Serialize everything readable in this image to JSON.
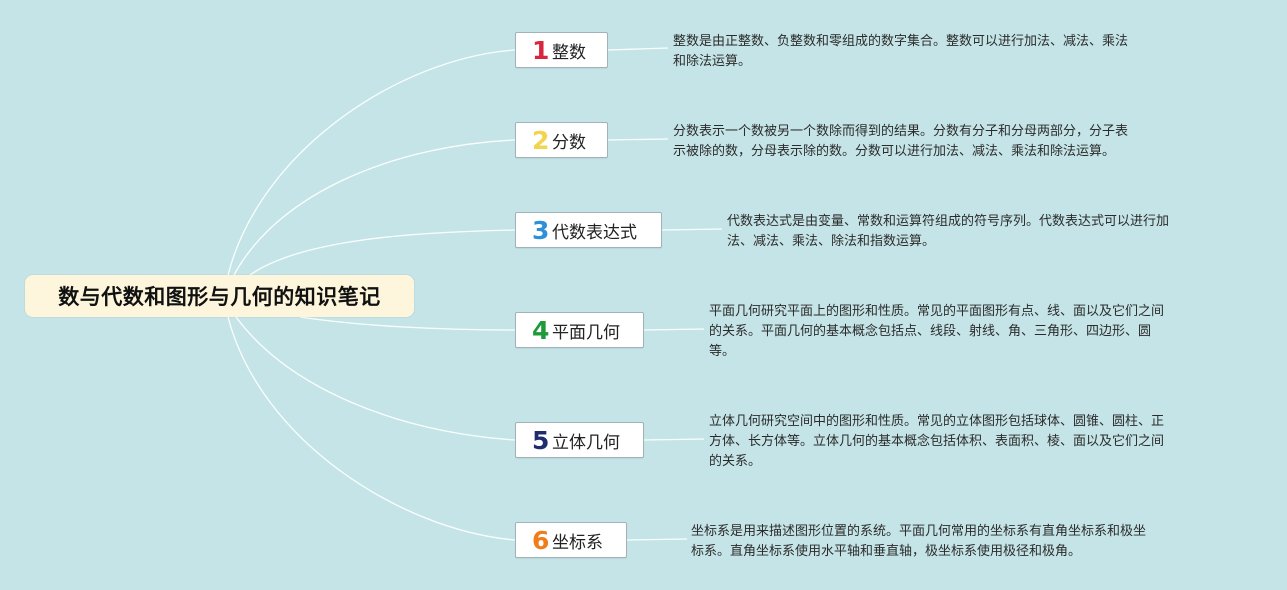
{
  "root": {
    "title": "数与代数和图形与几何的知识笔记"
  },
  "branches": [
    {
      "number": "1",
      "color": "#d7263d",
      "label": "整数",
      "note": [
        "整数是由正整数、负整数和零组成的数字集合。整数可以进行加法、减法、乘法",
        "和除法运算。"
      ]
    },
    {
      "number": "2",
      "color": "#f2d44e",
      "label": "分数",
      "note": [
        "分数表示一个数被另一个数除而得到的结果。分数有分子和分母两部分，分子表",
        "示被除的数，分母表示除的数。分数可以进行加法、减法、乘法和除法运算。"
      ]
    },
    {
      "number": "3",
      "color": "#2f8fd8",
      "label": "代数表达式",
      "note": [
        "代数表达式是由变量、常数和运算符组成的符号序列。代数表达式可以进行加",
        "法、减法、乘法、除法和指数运算。"
      ]
    },
    {
      "number": "4",
      "color": "#1f9a3a",
      "label": "平面几何",
      "note": [
        "平面几何研究平面上的图形和性质。常见的平面图形有点、线、面以及它们之间",
        "的关系。平面几何的基本概念包括点、线段、射线、角、三角形、四边形、圆",
        "等。"
      ]
    },
    {
      "number": "5",
      "color": "#1f2d6e",
      "label": "立体几何",
      "note": [
        "立体几何研究空间中的图形和性质。常见的立体图形包括球体、圆锥、圆柱、正",
        "方体、长方体等。立体几何的基本概念包括体积、表面积、棱、面以及它们之间",
        "的关系。"
      ]
    },
    {
      "number": "6",
      "color": "#f07d1a",
      "label": "坐标系",
      "note": [
        "坐标系是用来描述图形位置的系统。平面几何常用的坐标系有直角坐标系和极坐",
        "标系。直角坐标系使用水平轴和垂直轴，极坐标系使用极径和极角。"
      ]
    }
  ]
}
